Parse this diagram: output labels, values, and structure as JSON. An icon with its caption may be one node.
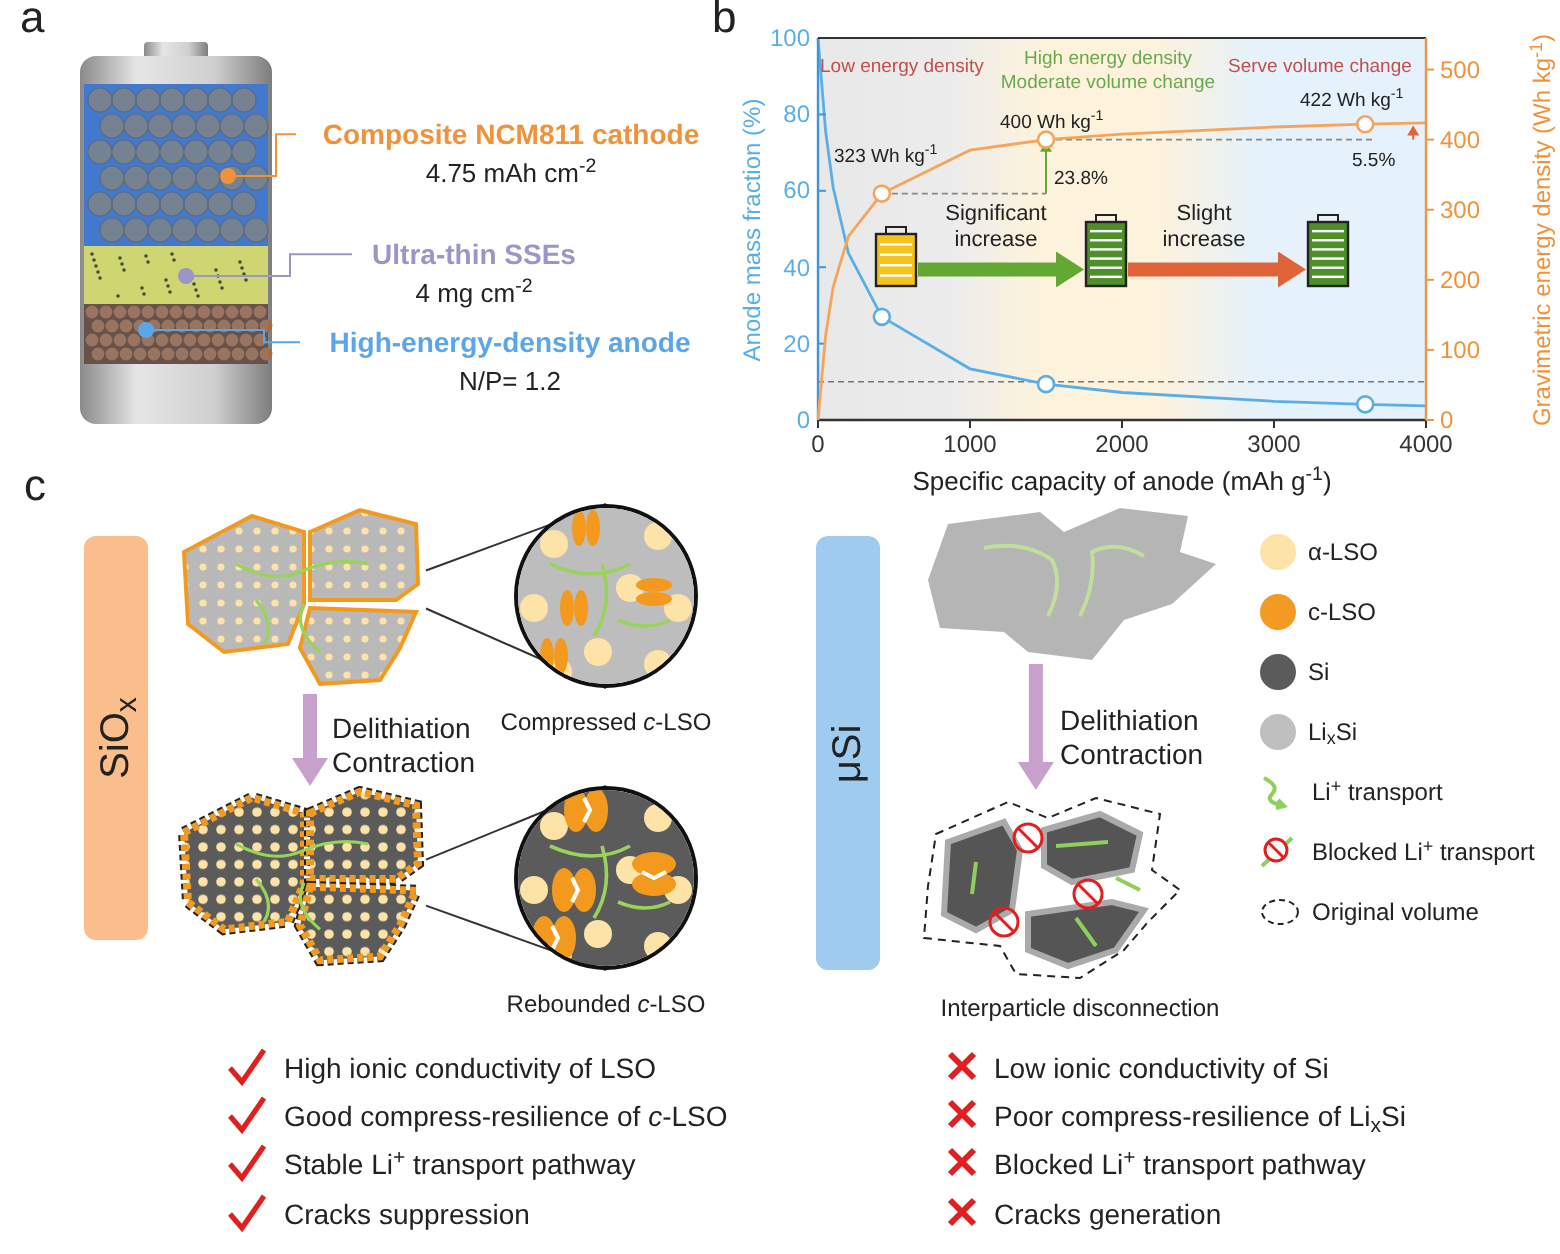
{
  "diagram": {
    "nodes": [
      {
        "text": [
          "Composite NCM811 cathode",
          "4.75 mAh cm$^{-2}$"
        ]
      },
      {
        "text": [
          "Ultra-thin SSEs",
          "4 mg cm$^{-2}$"
        ]
      },
      {
        "text": [
          "High-energy-density anode",
          "N/P= 1.2"
        ]
      },
      {
        "text": [],
        "shape": "battery"
      },
      {
        "text": [],
        "shape": "battery"
      },
      {
        "text": [],
        "shape": "battery"
      },
      {
        "text": [
          "SiO$_{x}$"
        ]
      },
      {
        "text": [],
        "shape": "picture"
      },
      {
        "text": [],
        "shape": "circle",
        "beside": [
          "Compressed *c*-LSO"
        ]
      },
      {
        "text": [],
        "shape": "picture"
      },
      {
        "text": [],
        "shape": "circle",
        "beside": [
          "Rebounded *c*-LSO"
        ]
      },
      {
        "text": [
          "μSi"
        ]
      },
      {
        "text": [],
        "shape": "picture"
      },
      {
        "text": [],
        "shape": "picture",
        "beside": [
          "Interparticle disconnection"
        ]
      }
    ],
    "edges": [
      {
        "from": 0,
        "to": null,
        "arrow": "other",
        "color": "#f0923a"
      },
      {
        "from": 1,
        "to": null,
        "arrow": "other",
        "color": "#9a96c8"
      },
      {
        "from": 2,
        "to": null,
        "arrow": "other",
        "color": "#5aa6e8"
      },
      {
        "from": 3,
        "to": 4,
        "arrow": "to",
        "label": "Significant increase",
        "style": "thick",
        "color": "#62a832"
      },
      {
        "from": 4,
        "to": 5,
        "arrow": "to",
        "label": "Slight increase",
        "style": "thick",
        "color": "#e0643a"
      },
      {
        "from": 7,
        "to": 8,
        "arrow": "none"
      },
      {
        "from": 7,
        "to": 8,
        "arrow": "none"
      },
      {
        "from": 9,
        "to": 10,
        "arrow": "none"
      },
      {
        "from": 9,
        "to": 10,
        "arrow": "none"
      },
      {
        "from": 7,
        "to": 9,
        "arrow": "to",
        "label": "Delithiation Contraction",
        "style": "thick",
        "color": "#c8a0cc"
      },
      {
        "from": 12,
        "to": 13,
        "arrow": "to",
        "label": "Delithiation Contraction",
        "style": "thick",
        "color": "#c8a0cc"
      }
    ],
    "labels": [
      "a",
      "b",
      "c",
      "High ionic conductivity of LSO",
      "Low ionic conductivity of Si",
      "Good compress-resilience of *c*-LSO",
      "Poor compress-resilience of Li$_{x}$Si",
      "Stable Li$^{+}$ transport pathway",
      "Blocked Li$^{+}$ transport pathway",
      "Cracks suppression",
      "Cracks generation"
    ],
    "legend": [
      {
        "text": "α-LSO",
        "color": "#fde3a7"
      },
      {
        "text": "c-LSO",
        "color": "#f29a21"
      },
      {
        "text": "Si",
        "color": "#5b5b5b"
      },
      {
        "text": "Li$_{x}$Si",
        "color": "#bfbfbf"
      },
      {
        "text": "Li$^{+}$ transport"
      },
      {
        "text": "Blocked Li$^{+}$ transport"
      },
      {
        "text": "Original volume"
      }
    ],
    "chart_data": [
      {
        "type": "line",
        "xlabel": "Specific capacity of anode (mAh g$^{-1}$)",
        "ylabel": "Anode mass fraction (%)",
        "x": [
          0,
          50,
          100,
          200,
          420,
          1000,
          1500,
          2000,
          3000,
          3600,
          4000
        ],
        "series": [
          {
            "color": "#5aaee6",
            "values": [
              100,
              75.6,
              60.8,
              43.7,
              27,
              13.4,
              9.4,
              7.2,
              4.9,
              4.1,
              3.7
            ]
          }
        ],
        "xlim": [
          0,
          4000
        ],
        "ylim": [
          0,
          100
        ],
        "xticks": [
          0,
          1000,
          2000,
          3000,
          4000
        ],
        "yticks": [
          0,
          20,
          40,
          60,
          80,
          100
        ],
        "ref_lines": [
          {
            "axis": "y",
            "value": 10
          }
        ],
        "annotations": [
          "Low energy density",
          "High energy density Moderate volume change",
          "Serve volume change",
          "323 Wh kg$^{-1}$",
          "400 Wh kg$^{-1}$",
          "422 Wh kg$^{-1}$",
          "23.8%",
          "5.5%"
        ]
      },
      {
        "type": "line",
        "ylabel": "Gravimetric energy density (Wh kg$^{-1}$)",
        "x": [
          0,
          50,
          100,
          200,
          420,
          1000,
          1500,
          2000,
          3000,
          3600,
          4000
        ],
        "series": [
          {
            "color": "#f5a55a",
            "values": [
              0,
              120,
              190,
              262,
              323,
              385,
              400,
              408,
              418,
              422,
              424
            ]
          }
        ],
        "xlim": [
          0,
          4000
        ],
        "ylim": [
          0,
          545
        ],
        "yticks": [
          0,
          100,
          200,
          300,
          400,
          500
        ]
      }
    ]
  }
}
